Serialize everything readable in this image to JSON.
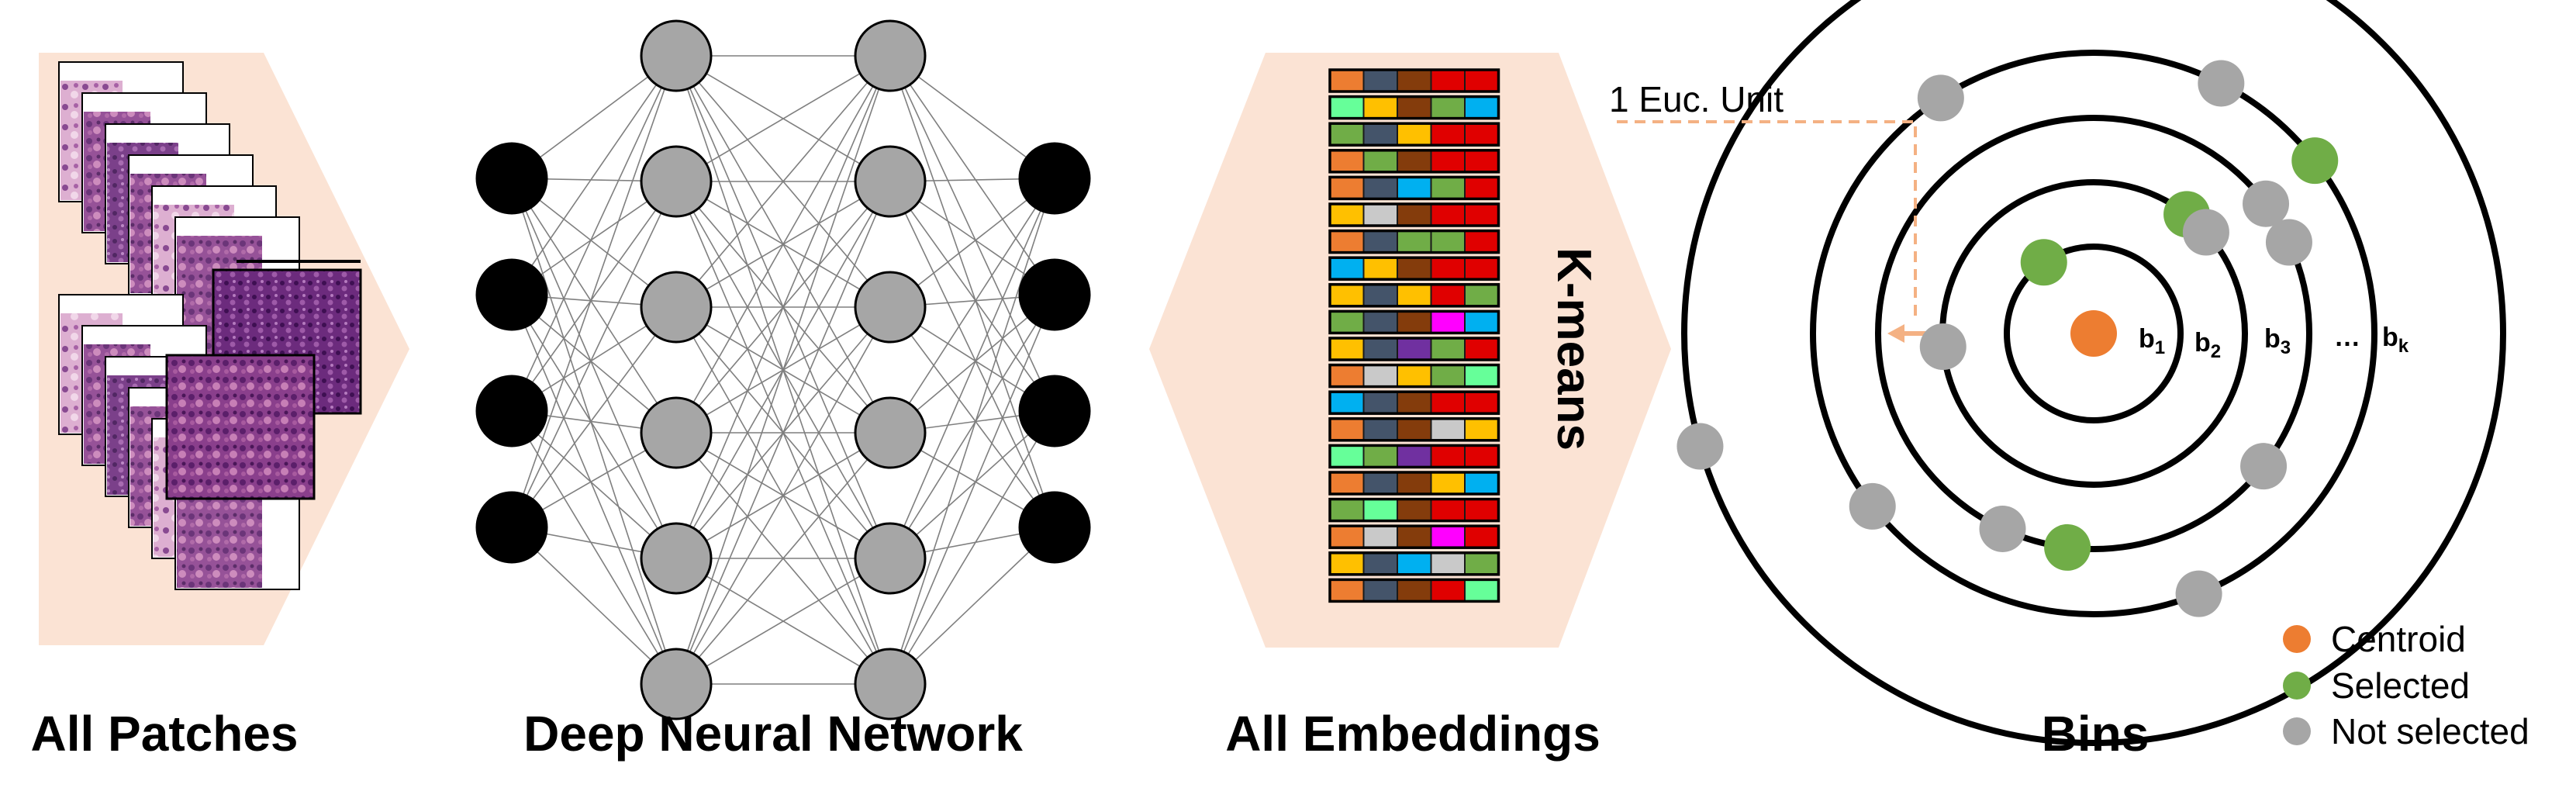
{
  "captions": {
    "patches": "All Patches",
    "network": "Deep Neural Network",
    "embeddings": "All Embeddings",
    "bins": "Bins"
  },
  "kmeans_label": "K-means",
  "euc_label": "1 Euc. Unit",
  "bin_labels": [
    "b",
    "b",
    "b",
    "…",
    "b"
  ],
  "bin_subscripts": [
    "1",
    "2",
    "3",
    "",
    "k"
  ],
  "legend": {
    "centroid": "Centroid",
    "selected": "Selected",
    "not_selected": "Not selected"
  },
  "colors": {
    "panel": "#fbe3d4",
    "node_gray": "#a6a6a6",
    "node_black": "#000000",
    "centroid": "#ed7d31",
    "selected": "#70ad47",
    "not_selected": "#a6a6a6",
    "dashed": "#f4b183"
  },
  "network": {
    "layer_sizes": [
      4,
      6,
      6,
      4
    ],
    "layer_colors": [
      "black",
      "gray",
      "gray",
      "black"
    ]
  },
  "embedding_rows": [
    [
      "orange",
      "slate",
      "brown",
      "red",
      "red"
    ],
    [
      "mint",
      "yellow",
      "brown",
      "green",
      "cyan"
    ],
    [
      "green",
      "slate",
      "yellow",
      "red",
      "red"
    ],
    [
      "orange",
      "green",
      "brown",
      "red",
      "red"
    ],
    [
      "orange",
      "slate",
      "cyan",
      "green",
      "red"
    ],
    [
      "yellow",
      "silver",
      "brown",
      "red",
      "red"
    ],
    [
      "orange",
      "slate",
      "green",
      "green",
      "red"
    ],
    [
      "cyan",
      "yellow",
      "brown",
      "red",
      "red"
    ],
    [
      "yellow",
      "slate",
      "yellow",
      "red",
      "green"
    ],
    [
      "green",
      "slate",
      "brown",
      "magenta",
      "cyan"
    ],
    [
      "yellow",
      "slate",
      "purple",
      "green",
      "red"
    ],
    [
      "orange",
      "silver",
      "yellow",
      "green",
      "mint"
    ],
    [
      "cyan",
      "slate",
      "brown",
      "red",
      "red"
    ],
    [
      "orange",
      "slate",
      "brown",
      "silver",
      "yellow"
    ],
    [
      "mint",
      "green",
      "purple",
      "red",
      "red"
    ],
    [
      "orange",
      "slate",
      "brown",
      "yellow",
      "cyan"
    ],
    [
      "green",
      "mint",
      "brown",
      "red",
      "red"
    ],
    [
      "orange",
      "silver",
      "brown",
      "magenta",
      "red"
    ],
    [
      "yellow",
      "slate",
      "cyan",
      "silver",
      "green"
    ],
    [
      "orange",
      "slate",
      "brown",
      "red",
      "mint"
    ]
  ],
  "embedding_palette": {
    "orange": "#ed7d31",
    "slate": "#44546a",
    "brown": "#843c0c",
    "red": "#e00000",
    "mint": "#66ff99",
    "yellow": "#ffc000",
    "cyan": "#00b0f0",
    "green": "#70ad47",
    "silver": "#c9c9c9",
    "magenta": "#ff00ff",
    "purple": "#7030a0"
  },
  "bin_points": {
    "centroid": [
      {
        "ring": 0,
        "angle_deg": 0
      }
    ],
    "selected": [
      {
        "ring": 1,
        "angle_deg": 235
      },
      {
        "ring": 2,
        "angle_deg": 308
      },
      {
        "ring": 3,
        "angle_deg": 97
      },
      {
        "ring": 4,
        "angle_deg": 322
      }
    ],
    "not_selected": [
      {
        "ring": 2,
        "angle_deg": 318
      },
      {
        "ring": 2,
        "angle_deg": 175
      },
      {
        "ring": 3,
        "angle_deg": 323
      },
      {
        "ring": 3,
        "angle_deg": 38
      },
      {
        "ring": 3,
        "angle_deg": 115
      },
      {
        "ring": 3,
        "angle_deg": 335
      },
      {
        "ring": 4,
        "angle_deg": 297
      },
      {
        "ring": 4,
        "angle_deg": 237
      },
      {
        "ring": 4,
        "angle_deg": 68
      },
      {
        "ring": 4,
        "angle_deg": 142
      },
      {
        "ring": 5,
        "angle_deg": 164
      }
    ]
  }
}
